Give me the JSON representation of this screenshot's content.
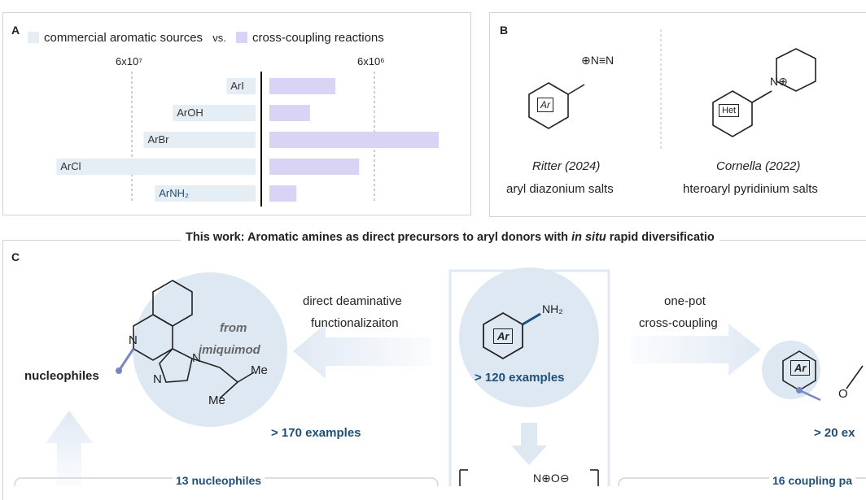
{
  "panel_a": {
    "label": "A",
    "legend_left": "commercial aromatic sources",
    "legend_vs": "vs.",
    "legend_right": "cross-coupling reactions",
    "tick_left": "6x10⁷",
    "tick_right": "6x10⁶",
    "colors": {
      "left_bar": "#e5edf5",
      "right_bar": "#d9d3f5",
      "axis": "#111111"
    }
  },
  "chart_data": {
    "type": "bar",
    "categories": [
      "ArI",
      "ArOH",
      "ArBr",
      "ArCl",
      "ArNH₂"
    ],
    "series": [
      {
        "name": "commercial aromatic sources",
        "values": [
          0.13,
          0.37,
          0.5,
          0.89,
          0.45
        ]
      },
      {
        "name": "cross-coupling reactions",
        "values": [
          0.39,
          0.24,
          1.0,
          0.53,
          0.16
        ]
      }
    ],
    "title": "",
    "xlabel": "",
    "ylabel": ""
  },
  "panel_b": {
    "label": "B",
    "items": [
      {
        "ring": "Ar",
        "group": "⊕N≡N",
        "author": "Ritter (2024)",
        "desc": "aryl diazonium salts"
      },
      {
        "ring": "Het",
        "group": "N⊕",
        "author": "Cornella (2022)",
        "desc": "hteroaryl pyridinium salts"
      }
    ]
  },
  "panel_c": {
    "label": "C",
    "title_pre": "This work: Aromatic amines as direct precursors to aryl donors with ",
    "title_em": "in situ",
    "title_post": " rapid diversificatio",
    "left_arrow_text1": "direct deaminative",
    "left_arrow_text2": "functionalizaiton",
    "right_arrow_text1": "one-pot",
    "right_arrow_text2": "cross-coupling",
    "center_ring": "Ar",
    "center_group": "NH₂",
    "center_count": "> 120 examples",
    "left_from": "from",
    "left_source": "imiquimod",
    "left_count": "> 170 examples",
    "nucleophiles": "nucleophiles",
    "atom_N1": "N",
    "atom_N2": "N",
    "atom_N3": "N",
    "me1": "Me",
    "me2": "Me",
    "right_ring": "Ar",
    "right_atom": "O",
    "right_count": "> 20 ex",
    "bottom_left": "13 nucleophiles",
    "bottom_right": "16 coupling pa",
    "bottom_center": "N⊕O⊖",
    "colors": {
      "accent": "#1e4f7a",
      "bubble": "#dde8f3",
      "arrow": "#e7eef6",
      "bond": "#7a86c4"
    }
  }
}
